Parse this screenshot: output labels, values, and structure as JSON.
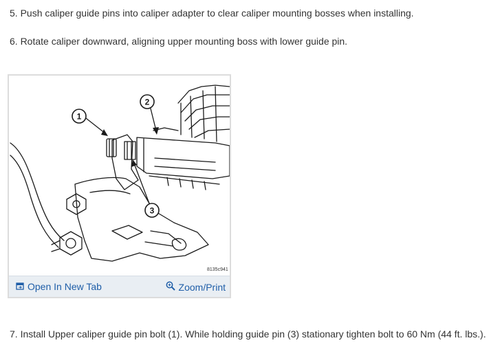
{
  "steps": {
    "step5": "5. Push caliper guide pins into caliper adapter to clear caliper mounting bosses when installing.",
    "step6": "6. Rotate caliper downward, aligning upper mounting boss with lower guide pin.",
    "step7": "7. Install Upper caliper guide pin bolt (1). While holding guide pin (3) stationary tighten bolt to 60 Nm (44 ft. lbs.)."
  },
  "figure": {
    "callouts": [
      "1",
      "2",
      "3"
    ],
    "figure_code": "8135c941",
    "open_tab_label": "Open In New Tab",
    "zoom_label": "Zoom/Print",
    "open_tab_icon": "external-tab-icon",
    "zoom_icon": "magnifier-icon",
    "link_color": "#1f5ea8",
    "bar_color": "#e9eef3"
  }
}
